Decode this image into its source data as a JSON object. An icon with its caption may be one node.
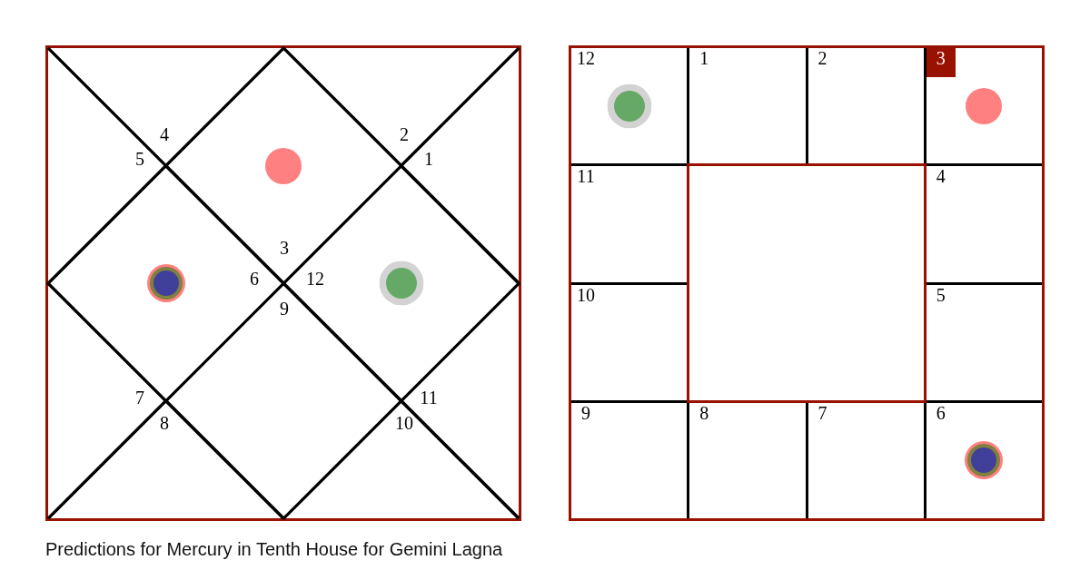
{
  "diagram": {
    "caption": "Predictions for Mercury in Tenth House for Gemini Lagna",
    "nodes": [
      {
        "text": [],
        "shape": "box"
      },
      {
        "text": [
          "3"
        ],
        "in": 0
      },
      {
        "text": [
          "4"
        ],
        "in": 0
      },
      {
        "text": [
          "5"
        ],
        "in": 0
      },
      {
        "text": [
          "6"
        ],
        "in": 0
      },
      {
        "text": [
          "7"
        ],
        "in": 0
      },
      {
        "text": [
          "8"
        ],
        "in": 0
      },
      {
        "text": [
          "9"
        ],
        "in": 0
      },
      {
        "text": [
          "10"
        ],
        "in": 0
      },
      {
        "text": [
          "11"
        ],
        "in": 0
      },
      {
        "text": [
          "12"
        ],
        "in": 0
      },
      {
        "text": [
          "1"
        ],
        "in": 0
      },
      {
        "text": [
          "2"
        ],
        "in": 0
      },
      {
        "text": [],
        "shape": "box"
      },
      {
        "text": [
          "12"
        ],
        "in": 13
      },
      {
        "text": [
          "1"
        ],
        "in": 13
      },
      {
        "text": [
          "2"
        ],
        "in": 13
      },
      {
        "text": [
          "3"
        ],
        "in": 13
      },
      {
        "text": [
          "11"
        ],
        "in": 13
      },
      {
        "text": [],
        "shape": "box",
        "in": 13
      },
      {
        "text": [
          "4"
        ],
        "in": 13
      },
      {
        "text": [
          "10"
        ],
        "in": 13
      },
      {
        "text": [
          "5"
        ],
        "in": 13
      },
      {
        "text": [
          "9"
        ],
        "in": 13
      },
      {
        "text": [
          "8"
        ],
        "in": 13
      },
      {
        "text": [
          "7"
        ],
        "in": 13
      },
      {
        "text": [
          "6"
        ],
        "in": 13
      }
    ]
  }
}
